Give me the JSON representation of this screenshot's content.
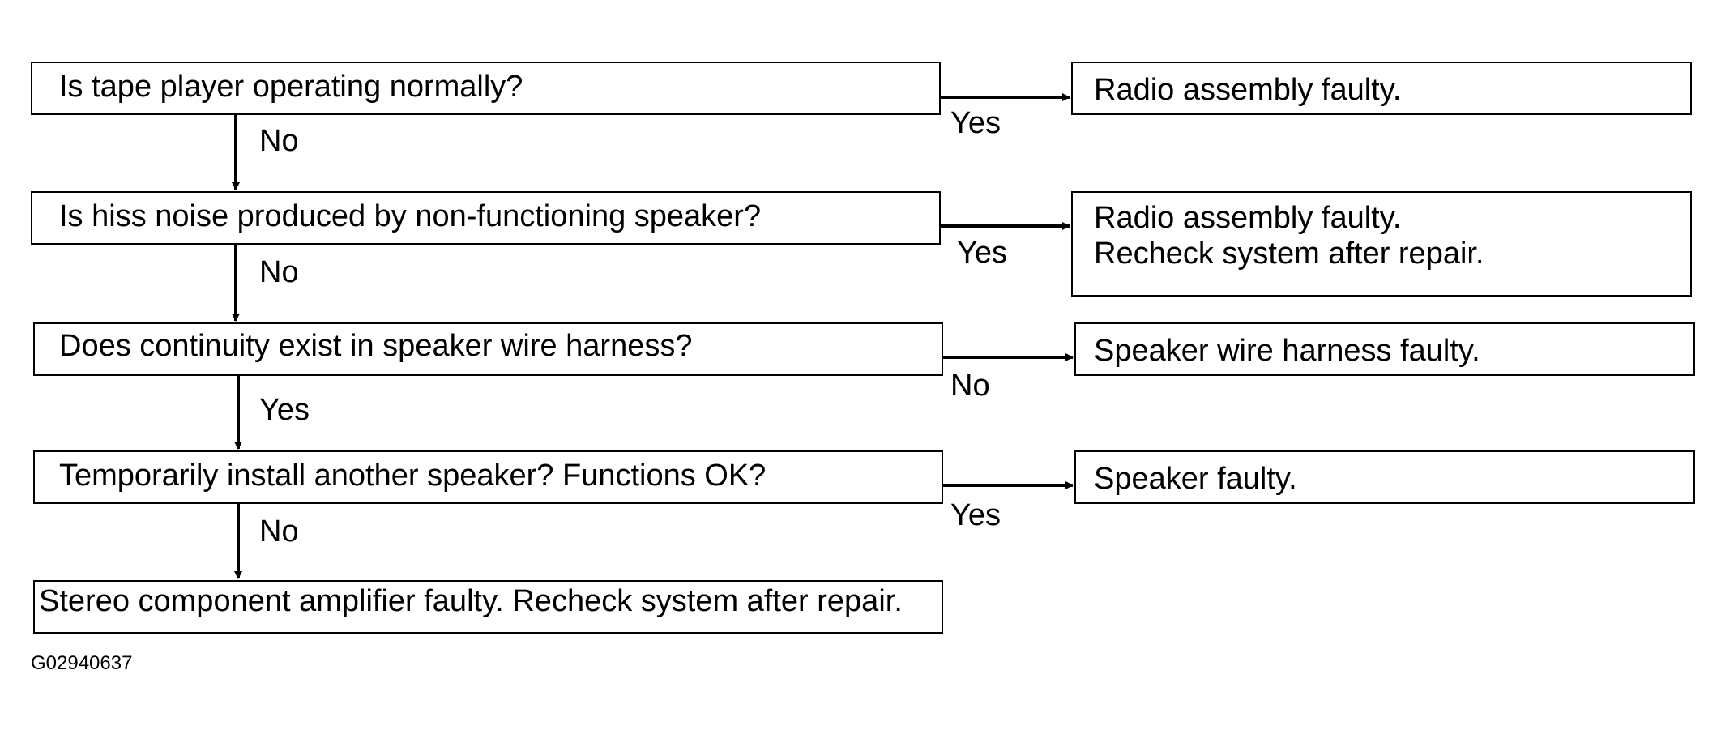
{
  "questions": [
    "Is tape player operating normally?",
    "Is hiss noise produced by non-functioning speaker?",
    "Does continuity exist in speaker wire harness?",
    "Temporarily install another speaker? Functions OK?"
  ],
  "final_result": "Stereo component amplifier faulty. Recheck system after repair.",
  "results": [
    [
      "Radio assembly faulty."
    ],
    [
      "Radio assembly faulty.",
      "Recheck system after repair."
    ],
    [
      "Speaker wire harness faulty."
    ],
    [
      "Speaker faulty."
    ]
  ],
  "right_branch_labels": [
    "Yes",
    "Yes",
    "No",
    "Yes"
  ],
  "down_branch_labels": [
    "No",
    "No",
    "Yes",
    "No"
  ],
  "figure_id": "G02940637"
}
